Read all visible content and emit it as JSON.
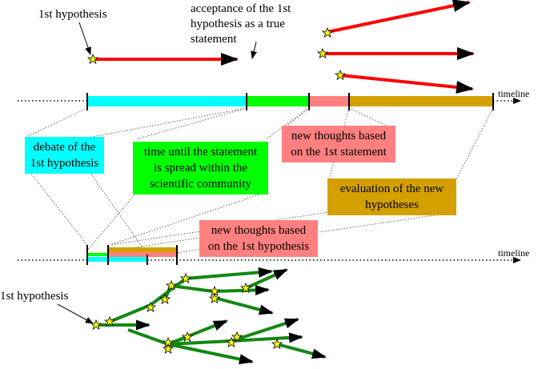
{
  "labels": {
    "first_hypothesis_top": "1st hypothesis",
    "acceptance": [
      "acceptance of the 1st",
      "hypothesis as a true",
      "statement"
    ],
    "timeline_top": "timeline",
    "timeline_bottom": "timeline",
    "first_hypothesis_bottom": "1st hypothesis"
  },
  "boxes": {
    "debate": [
      "debate of the",
      "1st hypothesis"
    ],
    "spread": [
      "time until the statement",
      "is spread within the",
      "scientific community"
    ],
    "new_thoughts_statement": [
      "new thoughts based",
      "on the 1st statement"
    ],
    "evaluation": [
      "evaluation of the new",
      "hypotheses"
    ],
    "new_thoughts_hypothesis": [
      "new thoughts based",
      "on the 1st hypothesis"
    ]
  },
  "colors": {
    "debate": "#00ffff",
    "spread": "#00ff00",
    "new_thoughts": "#ff8080",
    "evaluation": "#d4a000",
    "red_arrow": "#ff0000",
    "green_arrow": "#118811",
    "star": "#ffff00"
  }
}
